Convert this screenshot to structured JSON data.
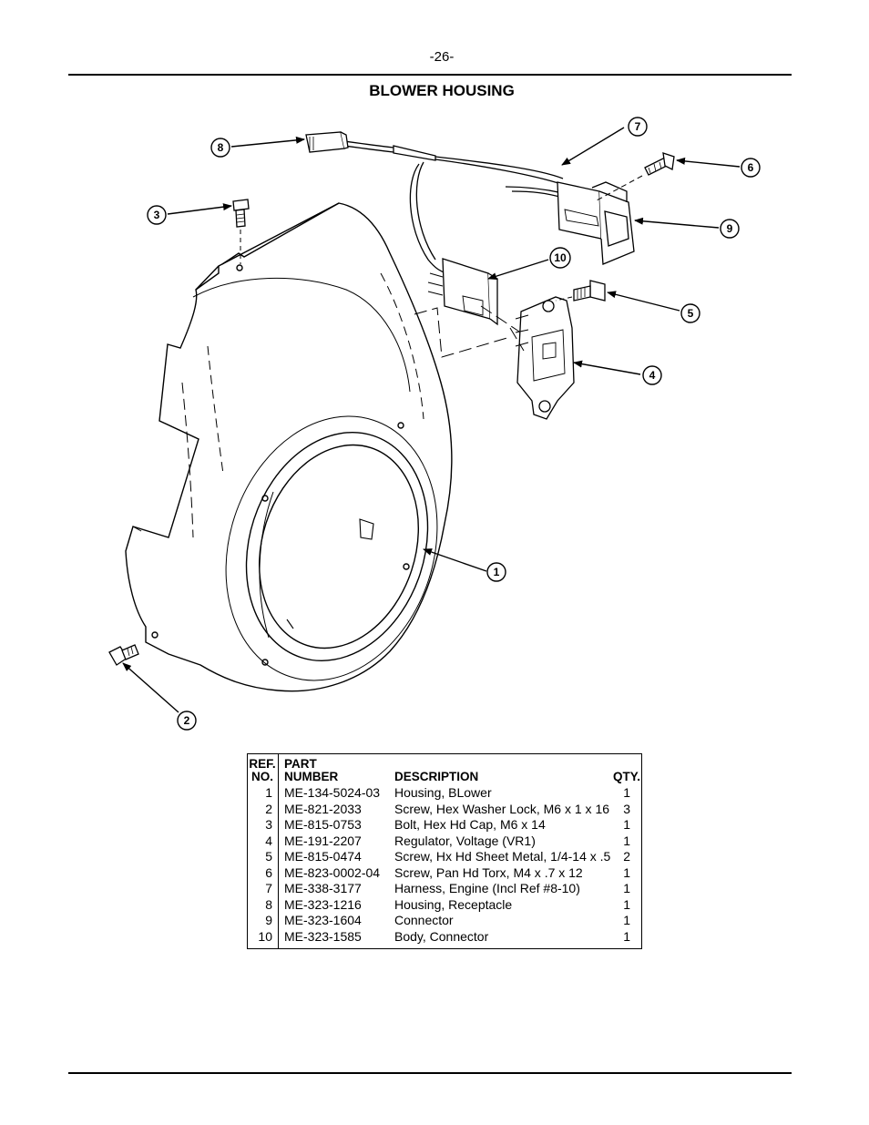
{
  "header": {
    "page_number": "-26-",
    "title": "BLOWER HOUSING"
  },
  "diagram": {
    "callouts": [
      "1",
      "2",
      "3",
      "4",
      "5",
      "6",
      "7",
      "8",
      "9",
      "10"
    ]
  },
  "table": {
    "headers": {
      "ref_line1": "REF.",
      "ref_line2": "NO.",
      "part_line1": "PART",
      "part_line2": "NUMBER",
      "description": "DESCRIPTION",
      "qty": "QTY."
    },
    "rows": [
      {
        "ref": "1",
        "part": "ME-134-5024-03",
        "description": "Housing, BLower",
        "qty": "1"
      },
      {
        "ref": "2",
        "part": "ME-821-2033",
        "description": "Screw, Hex Washer Lock, M6 x 1 x 16",
        "qty": "3"
      },
      {
        "ref": "3",
        "part": "ME-815-0753",
        "description": "Bolt, Hex Hd Cap, M6 x 14",
        "qty": "1"
      },
      {
        "ref": "4",
        "part": "ME-191-2207",
        "description": "Regulator, Voltage (VR1)",
        "qty": "1"
      },
      {
        "ref": "5",
        "part": "ME-815-0474",
        "description": "Screw, Hx Hd Sheet Metal, 1/4-14 x .5",
        "qty": "2"
      },
      {
        "ref": "6",
        "part": "ME-823-0002-04",
        "description": "Screw, Pan Hd Torx, M4 x .7 x 12",
        "qty": "1"
      },
      {
        "ref": "7",
        "part": "ME-338-3177",
        "description": "Harness, Engine (Incl Ref #8-10)",
        "qty": "1"
      },
      {
        "ref": "8",
        "part": "ME-323-1216",
        "description": "Housing, Receptacle",
        "qty": "1"
      },
      {
        "ref": "9",
        "part": "ME-323-1604",
        "description": "Connector",
        "qty": "1"
      },
      {
        "ref": "10",
        "part": "ME-323-1585",
        "description": "Body, Connector",
        "qty": "1"
      }
    ]
  }
}
